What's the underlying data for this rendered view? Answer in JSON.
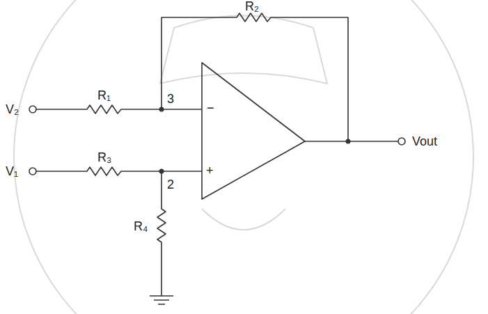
{
  "diagram": {
    "labels": [
      "R₂",
      "3",
      "V₂",
      "R₁",
      "−",
      "Vout",
      "V₁",
      "R₃",
      "2",
      "+",
      "R₄"
    ]
  }
}
